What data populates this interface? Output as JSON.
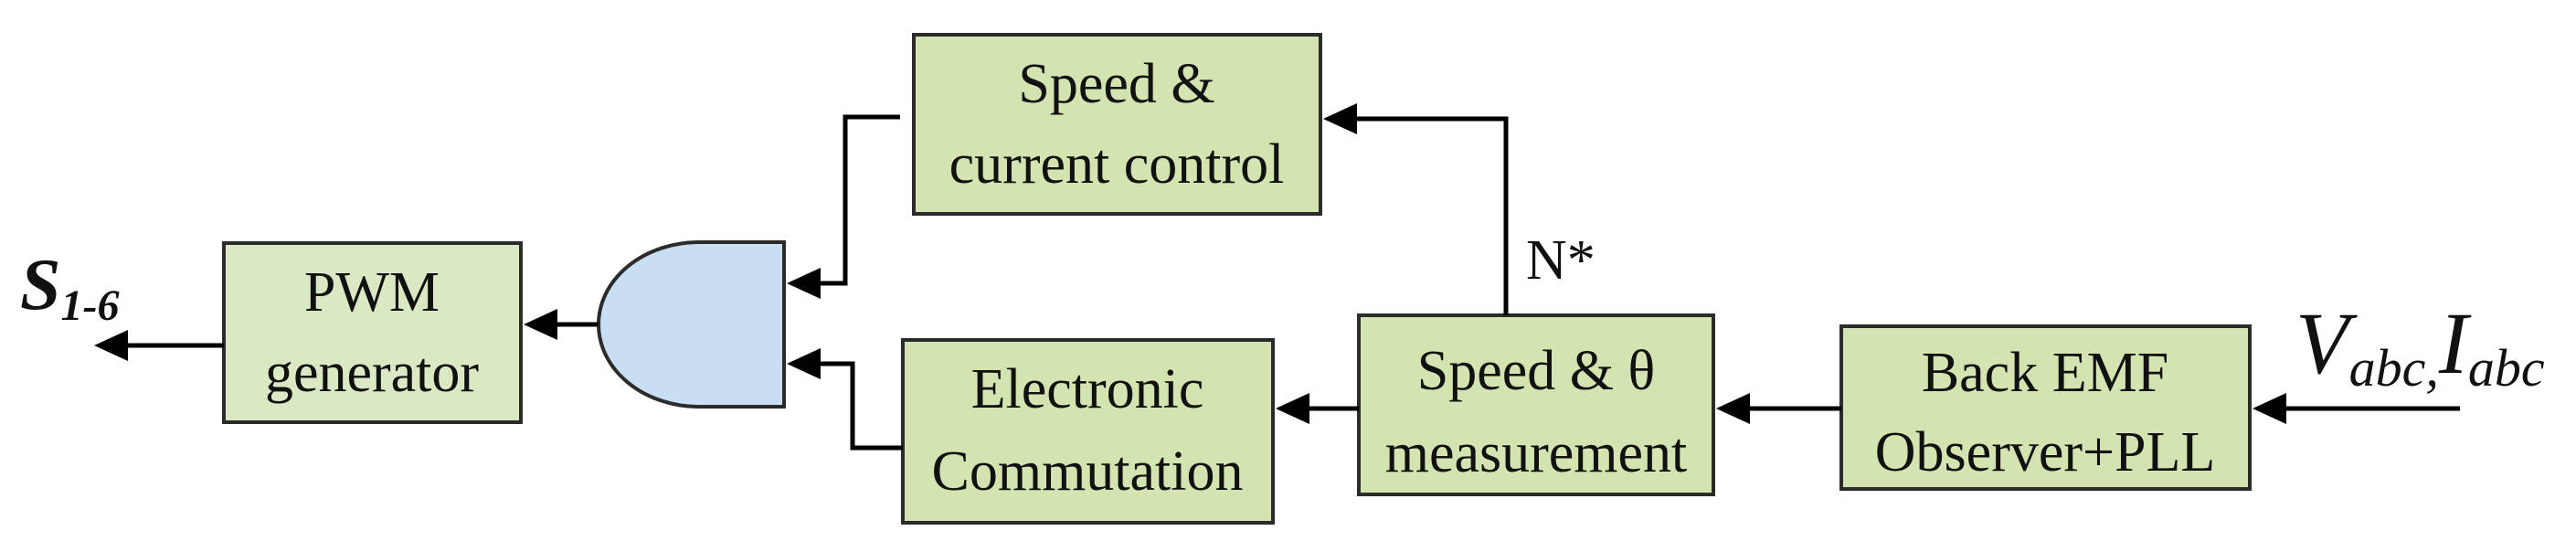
{
  "blocks": {
    "speed_current": {
      "line1": "Speed &",
      "line2": "current control"
    },
    "pwm": {
      "line1": "PWM",
      "line2": "generator"
    },
    "commutation": {
      "line1": "Electronic",
      "line2": "Commutation"
    },
    "speed_theta": {
      "line1": "Speed & θ",
      "line2": "measurement"
    },
    "back_emf": {
      "line1": "Back EMF",
      "line2": "Observer+PLL"
    }
  },
  "signals": {
    "n_star": "N*",
    "output": {
      "main": "S",
      "sub": "1-6"
    },
    "input": {
      "v": "V",
      "v_sub": "abc",
      "sep": ",",
      "i": "I",
      "i_sub": "abc"
    }
  },
  "colors": {
    "block_fill": "#d4e4b0",
    "gate_fill": "#c8def2",
    "line": "#000000"
  }
}
